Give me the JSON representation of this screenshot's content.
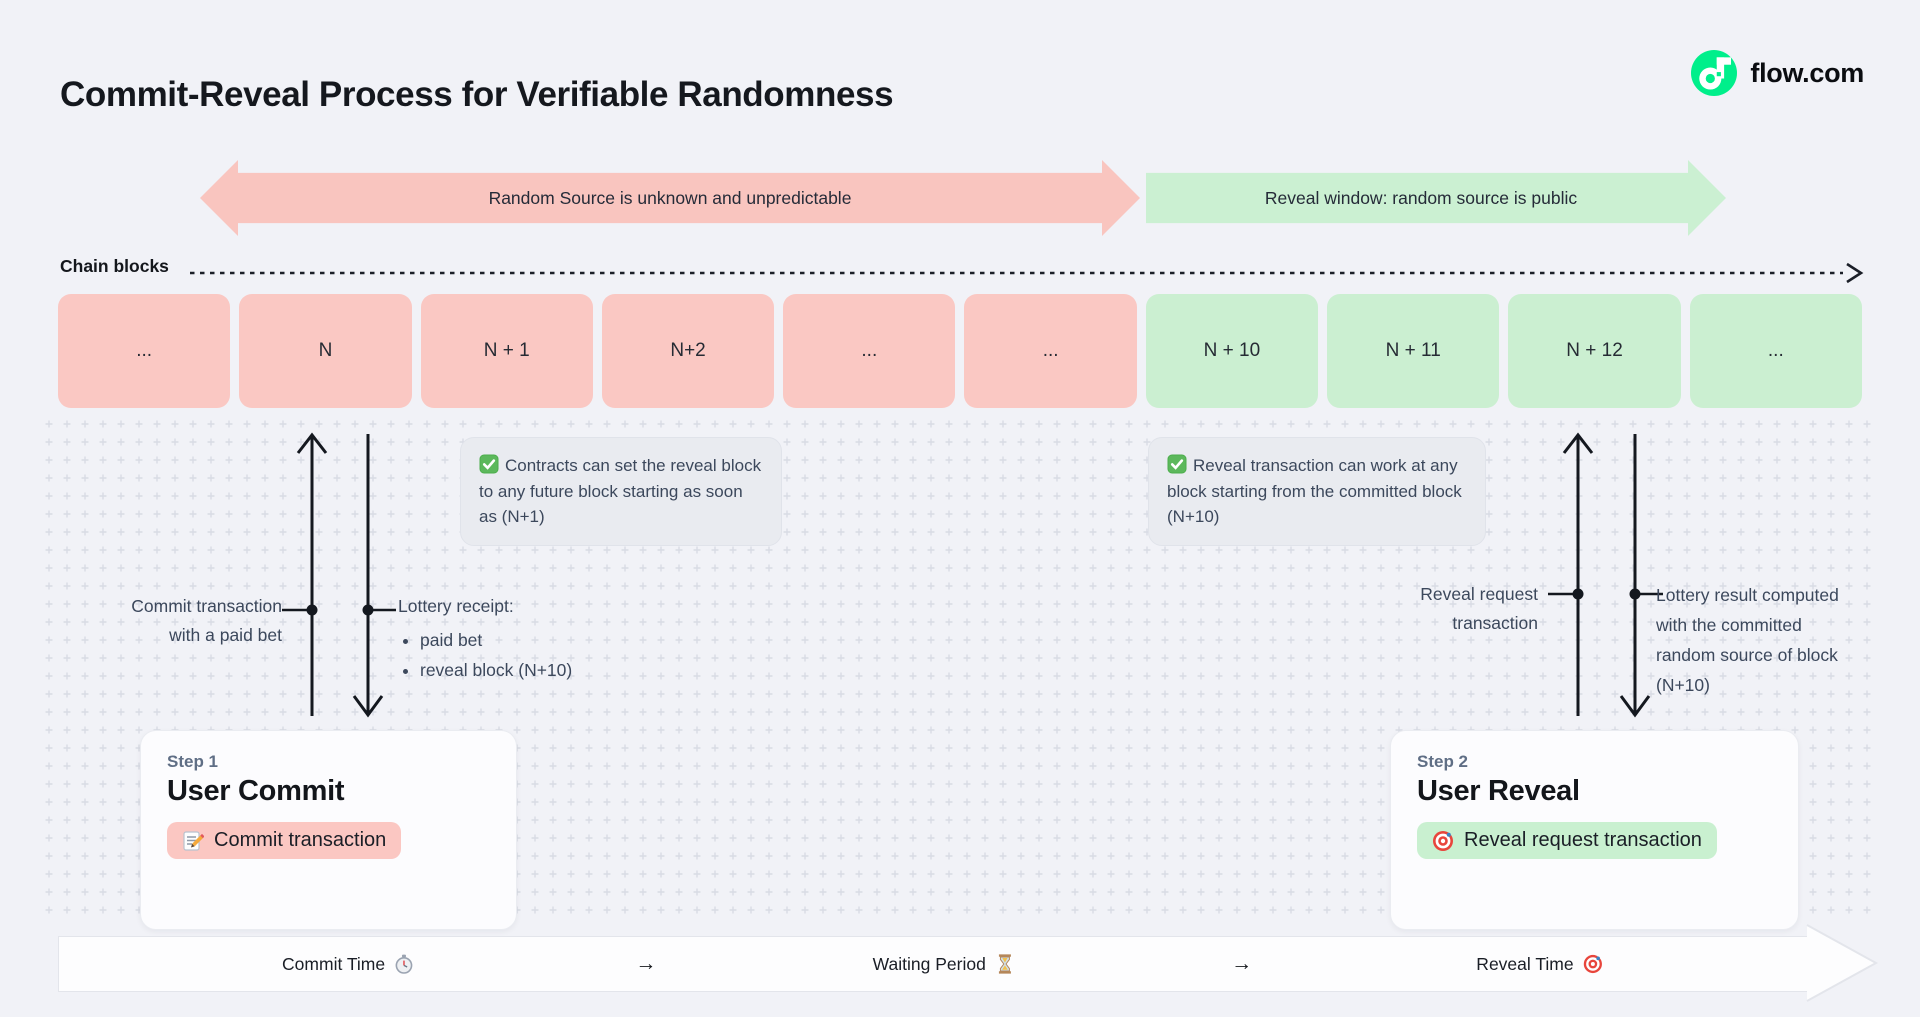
{
  "page": {
    "title": "Commit-Reveal Process for Verifiable Randomness"
  },
  "brand": {
    "name": "flow.com",
    "logo_icon": "flow-logo-icon",
    "logo_color": "#00EF8B"
  },
  "banners": {
    "commit_phase": {
      "label": "Random Source is unknown and unpredictable",
      "color": "#F9C5BF"
    },
    "reveal_phase": {
      "label": "Reveal window: random source is public",
      "color": "#CBF0D2"
    }
  },
  "chain": {
    "label": "Chain blocks",
    "commit_color": "#FAC8C3",
    "reveal_color": "#CBEFD1",
    "blocks": [
      {
        "label": "...",
        "phase": "commit"
      },
      {
        "label": "N",
        "phase": "commit"
      },
      {
        "label": "N + 1",
        "phase": "commit"
      },
      {
        "label": "N+2",
        "phase": "commit"
      },
      {
        "label": "...",
        "phase": "commit"
      },
      {
        "label": "...",
        "phase": "commit"
      },
      {
        "label": "N + 10",
        "phase": "reveal"
      },
      {
        "label": "N + 11",
        "phase": "reveal"
      },
      {
        "label": "N + 12",
        "phase": "reveal"
      },
      {
        "label": "...",
        "phase": "reveal"
      }
    ]
  },
  "notes": {
    "commit": {
      "icon": "check-icon",
      "text": "Contracts can set the reveal block to any future block starting as soon as (N+1)"
    },
    "reveal": {
      "icon": "check-icon",
      "text": "Reveal transaction can work at any block starting from the committed block (N+10)"
    }
  },
  "annotations": {
    "commit_tx": "Commit transaction with a paid bet",
    "lottery_receipt": {
      "title": "Lottery receipt:",
      "items": [
        "paid bet",
        "reveal block (N+10)"
      ]
    },
    "reveal_tx": "Reveal request transaction",
    "lottery_result": "Lottery result computed with the committed random source of block (N+10)"
  },
  "steps": {
    "commit": {
      "eyebrow": "Step 1",
      "title": "User Commit",
      "action": {
        "icon": "memo-icon",
        "label": "Commit transaction"
      }
    },
    "reveal": {
      "eyebrow": "Step 2",
      "title": "User Reveal",
      "action": {
        "icon": "target-icon",
        "label": "Reveal request transaction"
      }
    }
  },
  "timeline": {
    "commit": {
      "label": "Commit Time",
      "icon": "stopwatch-icon"
    },
    "arrow1": "→",
    "waiting": {
      "label": "Waiting Period",
      "icon": "hourglass-icon"
    },
    "arrow2": "→",
    "reveal": {
      "label": "Reveal Time",
      "icon": "target-icon"
    }
  }
}
